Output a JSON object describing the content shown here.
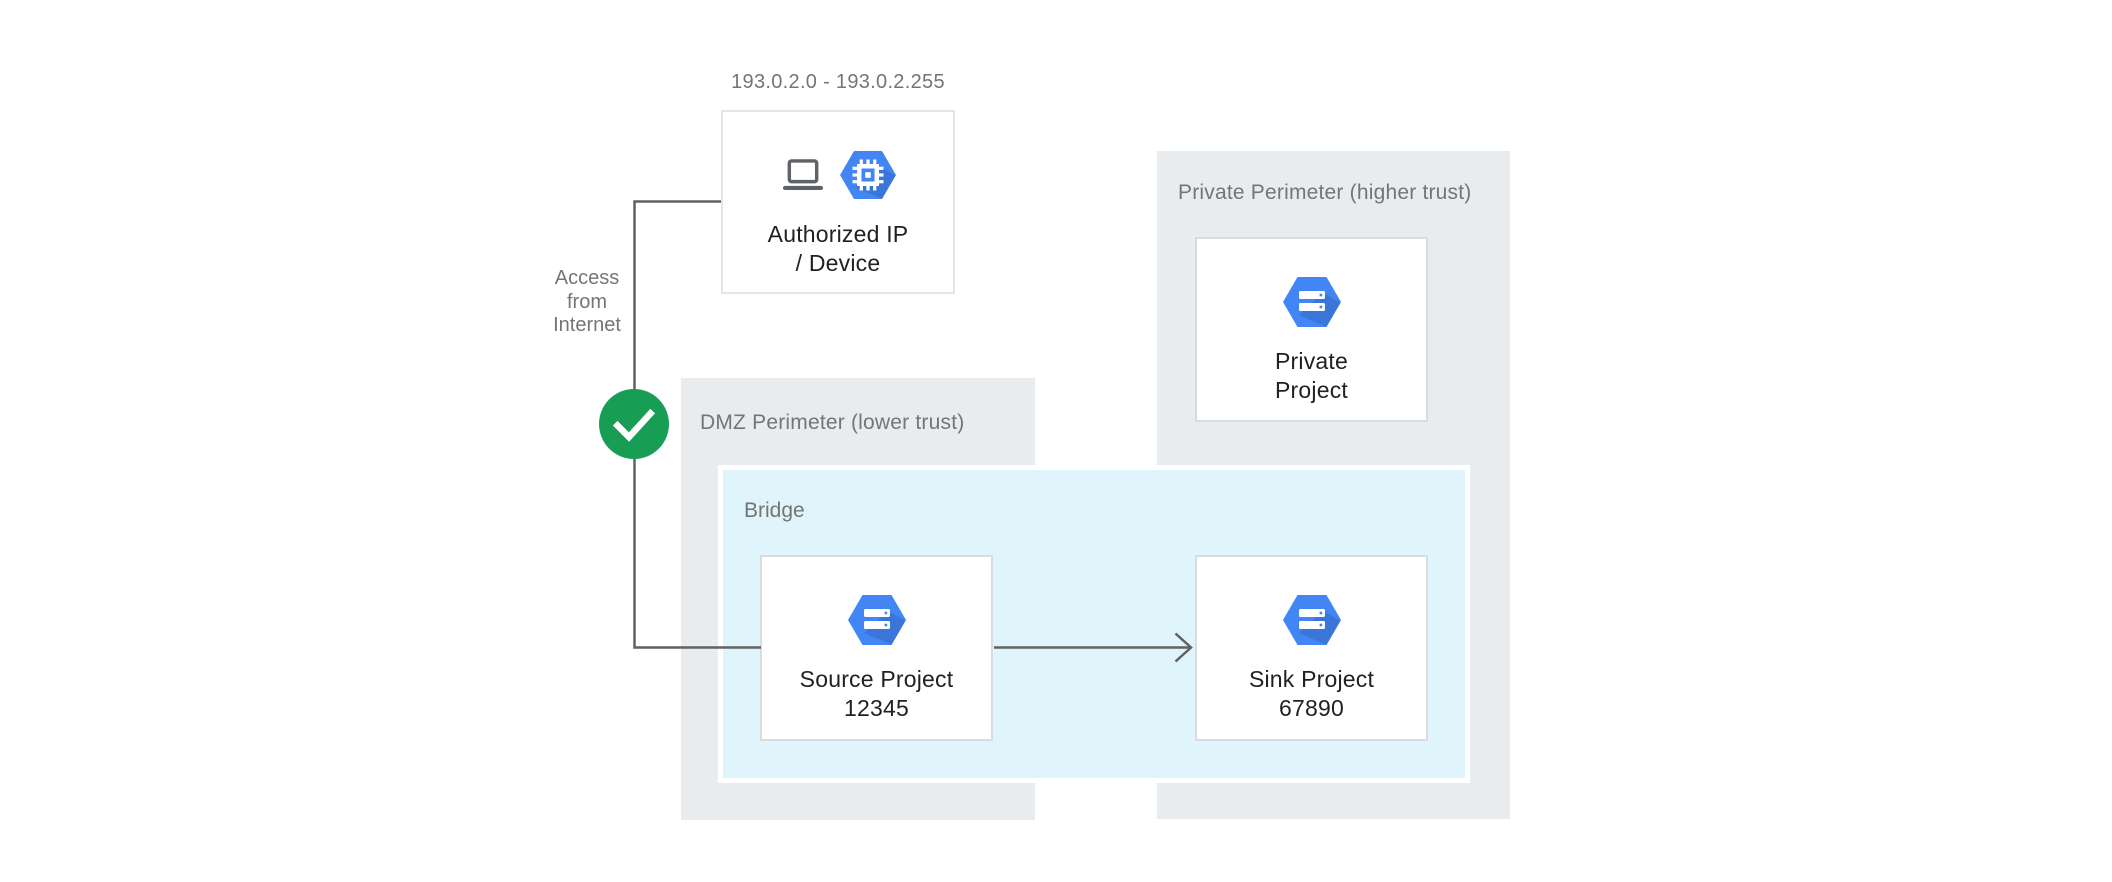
{
  "diagram": {
    "ip_range": "193.0.2.0 - 193.0.2.255",
    "authorized_node": {
      "title": [
        "Authorized IP",
        "/ Device"
      ]
    },
    "access_label": [
      "Access",
      "from",
      "Internet"
    ],
    "dmz_perimeter": {
      "label": "DMZ Perimeter (lower trust)"
    },
    "bridge": {
      "label": "Bridge"
    },
    "source_node": {
      "title": [
        "Source Project",
        "12345"
      ]
    },
    "sink_node": {
      "title": [
        "Sink Project",
        "67890"
      ]
    },
    "private_perimeter": {
      "label": "Private Perimeter (higher trust)"
    },
    "private_node": {
      "title": [
        "Private",
        "Project"
      ]
    },
    "icons": {
      "laptop": "laptop-icon",
      "compute_engine": "compute-engine-hexagon-icon",
      "project": "gcp-project-hexagon-icon",
      "check": "checkmark-icon"
    },
    "colors": {
      "perimeter_bg": "#e9ecee",
      "bridge_bg": "#e0f4fc",
      "bridge_border": "#ffffff",
      "hexagon_blue": "#4285f4",
      "check_green": "#189e54",
      "line_gray": "#616161",
      "label_gray": "#757575",
      "title_dark": "#212121",
      "node_border": "#d9dcde"
    }
  }
}
